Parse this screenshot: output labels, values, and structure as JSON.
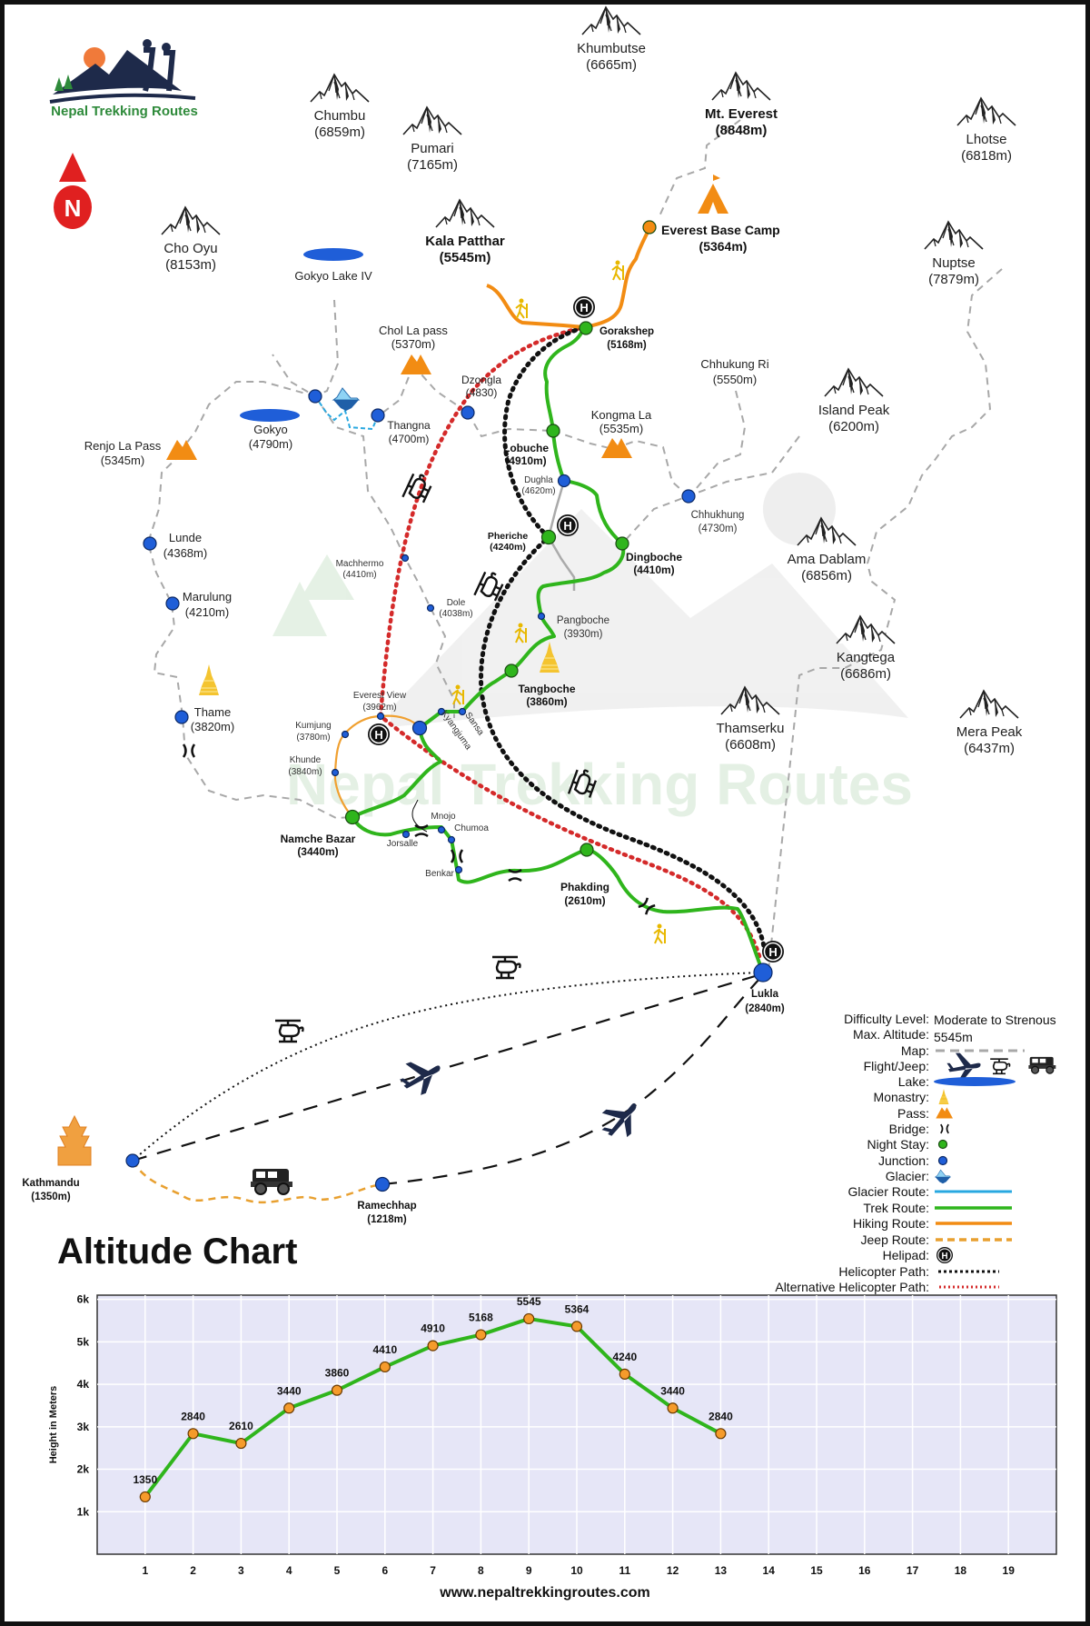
{
  "brand": {
    "name": "Nepal Trekking Routes",
    "north": "N",
    "watermark": "Nepal Trekking Routes"
  },
  "peaks": [
    {
      "name": "Khumbutse",
      "alt": "(6665m)"
    },
    {
      "name": "Chumbu",
      "alt": "(6859m)"
    },
    {
      "name": "Pumari",
      "alt": "(7165m)"
    },
    {
      "name": "Mt. Everest",
      "alt": "(8848m)"
    },
    {
      "name": "Lhotse",
      "alt": "(6818m)"
    },
    {
      "name": "Cho Oyu",
      "alt": "(8153m)"
    },
    {
      "name": "Kala Patthar",
      "alt": "(5545m)"
    },
    {
      "name": "Nuptse",
      "alt": "(7879m)"
    },
    {
      "name": "Island Peak",
      "alt": "(6200m)"
    },
    {
      "name": "Ama Dablam",
      "alt": "(6856m)"
    },
    {
      "name": "Kangtega",
      "alt": "(6686m)"
    },
    {
      "name": "Thamserku",
      "alt": "(6608m)"
    },
    {
      "name": "Mera Peak",
      "alt": "(6437m)"
    }
  ],
  "lakes": [
    {
      "name": "Gokyo Lake IV"
    },
    {
      "name": "Gokyo",
      "alt": "(4790m)"
    }
  ],
  "passes": [
    {
      "name": "Chol La pass",
      "alt": "(5370m)"
    },
    {
      "name": "Renjo La Pass",
      "alt": "(5345m)"
    },
    {
      "name": "Kongma La",
      "alt": "(5535m)"
    },
    {
      "name": "Chhukung Ri",
      "alt": "(5550m)"
    }
  ],
  "places": {
    "ebc": {
      "name": "Everest Base Camp",
      "alt": "(5364m)"
    },
    "gorakshep": {
      "name": "Gorakshep",
      "alt": "(5168m)"
    },
    "lobuche": {
      "name": "Lobuche",
      "alt": "(4910m)"
    },
    "dughla": {
      "name": "Dughla",
      "alt": "(4620m)"
    },
    "pheriche": {
      "name": "Pheriche",
      "alt": "(4240m)"
    },
    "dingboche": {
      "name": "Dingboche",
      "alt": "(4410m)"
    },
    "chhukhung": {
      "name": "Chhukhung",
      "alt": "(4730m)"
    },
    "pangboche": {
      "name": "Pangboche",
      "alt": "(3930m)"
    },
    "tangboche": {
      "name": "Tangboche",
      "alt": "(3860m)"
    },
    "dole": {
      "name": "Dole",
      "alt": "(4038m)"
    },
    "machhermo": {
      "name": "Machhermo",
      "alt": "(4410m)"
    },
    "dzongla": {
      "name": "Dzongla",
      "alt": "(4830)"
    },
    "thangna": {
      "name": "Thangna",
      "alt": "(4700m)"
    },
    "lunde": {
      "name": "Lunde",
      "alt": "(4368m)"
    },
    "marulung": {
      "name": "Marulung",
      "alt": "(4210m)"
    },
    "thame": {
      "name": "Thame",
      "alt": "(3820m)"
    },
    "everest_view": {
      "name": "Everest View",
      "alt": "(3962m)"
    },
    "kumjung": {
      "name": "Kumjung",
      "alt": "(3780m)"
    },
    "khunde": {
      "name": "Khunde",
      "alt": "(3840m)"
    },
    "kyangjuma": {
      "name": "Kyangjuma"
    },
    "sansa": {
      "name": "Sansa"
    },
    "namche": {
      "name": "Namche Bazar",
      "alt": "(3440m)"
    },
    "mnojo": {
      "name": "Mnojo"
    },
    "chumoa": {
      "name": "Chumoa"
    },
    "jorsalle": {
      "name": "Jorsalle"
    },
    "benkar": {
      "name": "Benkar"
    },
    "phakding": {
      "name": "Phakding",
      "alt": "(2610m)"
    },
    "lukla": {
      "name": "Lukla",
      "alt": "(2840m)"
    },
    "kathmandu": {
      "name": "Kathmandu",
      "alt": "(1350m)"
    },
    "ramechhap": {
      "name": "Ramechhap",
      "alt": "(1218m)"
    }
  },
  "legend": {
    "difficulty_label": "Difficulty Level:",
    "difficulty_value": "Moderate to Strenous",
    "altitude_label": "Max. Altitude:",
    "altitude_value": "5545m",
    "items": [
      "Map:",
      "Flight/Jeep:",
      "Lake:",
      "Monastry:",
      "Pass:",
      "Bridge:",
      "Night Stay:",
      "Junction:",
      "Glacier:",
      "Glacier Route:",
      "Trek Route:",
      "Hiking Route:",
      "Jeep Route:",
      "Helipad:",
      "Helicopter Path:",
      "Alternative Helicopter Path:"
    ]
  },
  "colors": {
    "trek": "#2fb51c",
    "hiking": "#f28c13",
    "glacier": "#29a8e0",
    "night_stay": "#2fb51c",
    "junction": "#1f5ed8",
    "heli": "#111111",
    "alt_heli": "#d42a2a",
    "chart_bg": "#e6e6f7",
    "marker": "#f59b2b"
  },
  "chart_data": {
    "type": "line",
    "title": "Altitude Chart",
    "xlabel": "",
    "ylabel": "Height in Meters",
    "x_ticks": [
      1,
      2,
      3,
      4,
      5,
      6,
      7,
      8,
      9,
      10,
      11,
      12,
      13,
      14,
      15,
      16,
      17,
      18,
      19
    ],
    "y_ticks": [
      "1k",
      "2k",
      "3k",
      "4k",
      "5k",
      "6k"
    ],
    "y_tick_values": [
      1000,
      2000,
      3000,
      4000,
      5000,
      6000
    ],
    "xlim": [
      0,
      20
    ],
    "ylim": [
      0,
      6100
    ],
    "grid": true,
    "x": [
      1,
      2,
      3,
      4,
      5,
      6,
      7,
      8,
      9,
      10,
      11,
      12,
      13
    ],
    "values": [
      1350,
      2840,
      2610,
      3440,
      3860,
      4410,
      4910,
      5168,
      5545,
      5364,
      4240,
      3440,
      2840
    ],
    "labels": [
      "1350",
      "2840",
      "2610",
      "3440",
      "3860",
      "4410",
      "4910",
      "5168",
      "5545",
      "5364",
      "4240",
      "3440",
      "2840"
    ]
  },
  "footer": {
    "url": "www.nepaltrekkingroutes.com"
  }
}
